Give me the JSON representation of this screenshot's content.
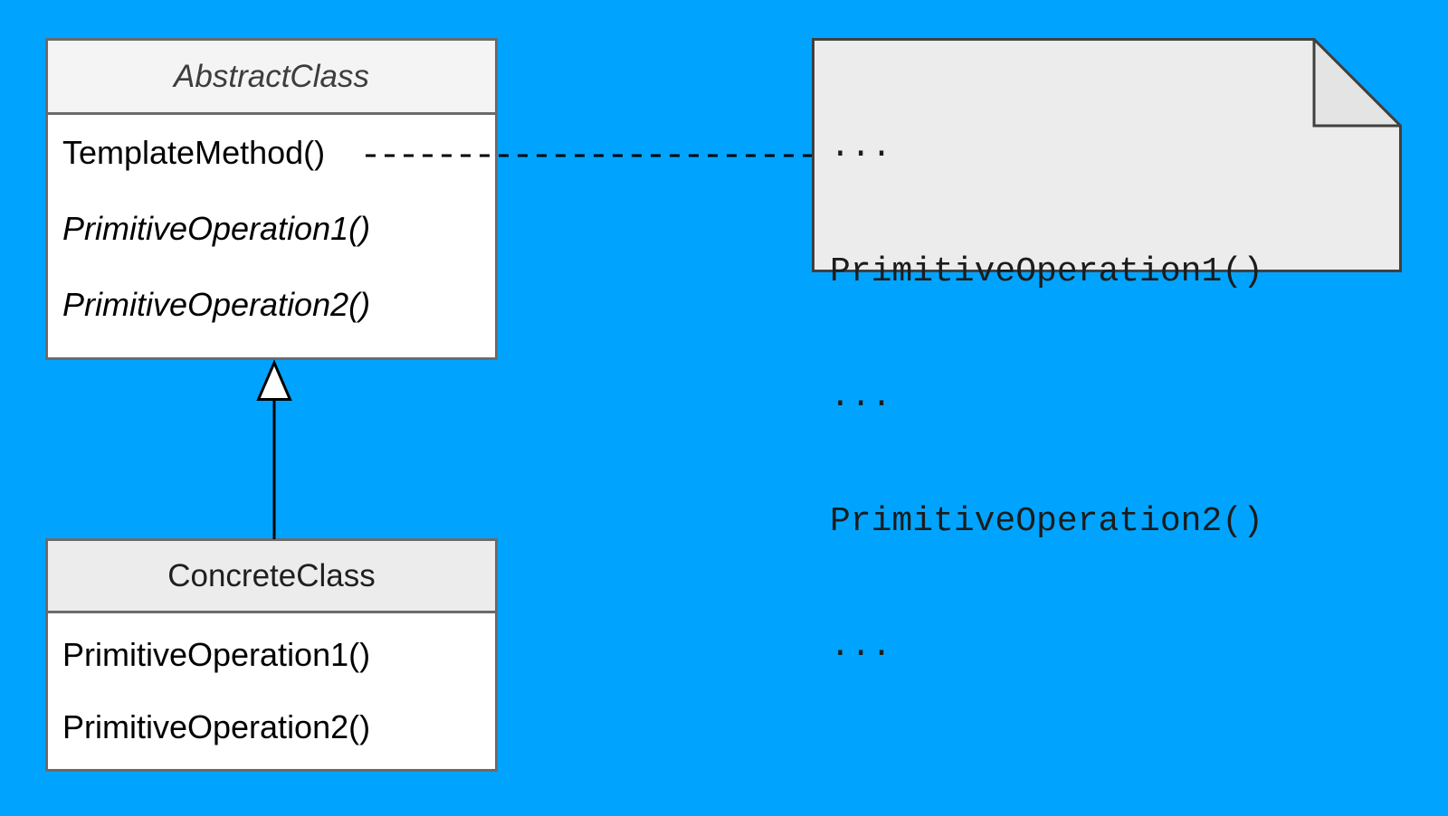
{
  "colors": {
    "bg": "#00A4FF",
    "box-border": "#6B6B6B",
    "header-fill": "#F4F4F4",
    "concrete-header-fill": "#ECECEC",
    "note-fill": "#ECECEC",
    "note-fold-fill": "#E4E4E4",
    "note-border": "#404040",
    "line": "#000000"
  },
  "abstract_class": {
    "title": "AbstractClass",
    "methods": [
      {
        "label": "TemplateMethod()"
      },
      {
        "label": "PrimitiveOperation1()"
      },
      {
        "label": "PrimitiveOperation2()"
      }
    ]
  },
  "concrete_class": {
    "title": "ConcreteClass",
    "methods": [
      {
        "label": "PrimitiveOperation1()"
      },
      {
        "label": "PrimitiveOperation2()"
      }
    ]
  },
  "note": {
    "lines": [
      "...",
      "PrimitiveOperation1()",
      "...",
      "PrimitiveOperation2()",
      "..."
    ]
  }
}
